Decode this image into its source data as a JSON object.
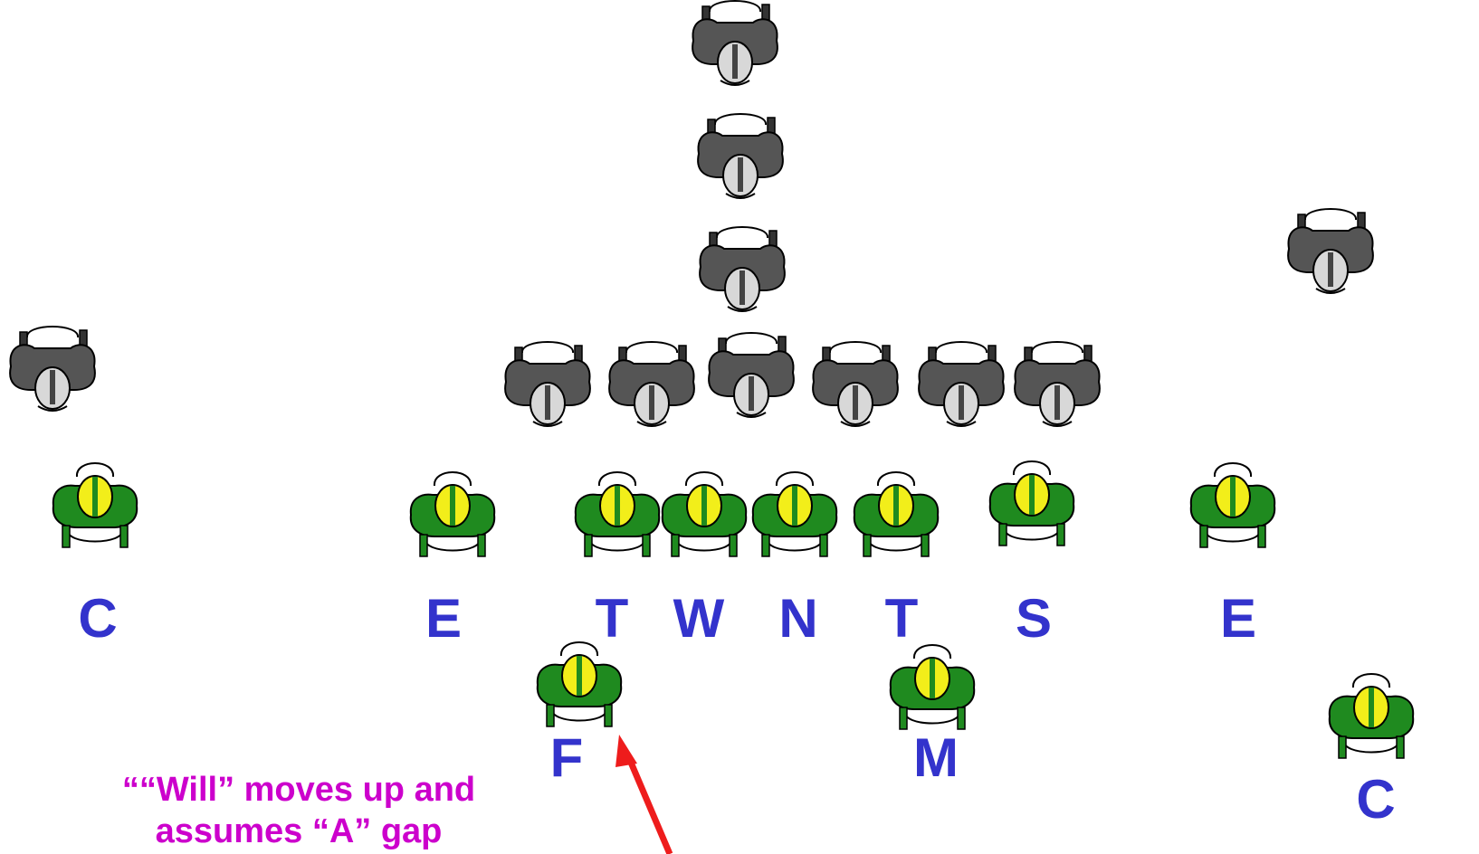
{
  "colors": {
    "label": "#3333cc",
    "note": "#cc00cc",
    "arrow": "#ee1c1c",
    "offense_body": "#555555",
    "offense_helmet": "#d8d8d8",
    "defense_body": "#1f8a1f",
    "defense_helmet": "#f2ee1a"
  },
  "offense_icon": "offensive-player-icon",
  "defense_icon": "defensive-player-icon",
  "labels": {
    "c_left": "C",
    "e_left": "E",
    "t_left": "T",
    "w": "W",
    "n": "N",
    "t_right": "T",
    "s": "S",
    "e_right": "E",
    "f": "F",
    "m": "M",
    "c_right": "C"
  },
  "note": {
    "line1": "““Will” moves up and",
    "line2": "assumes “A” gap"
  }
}
